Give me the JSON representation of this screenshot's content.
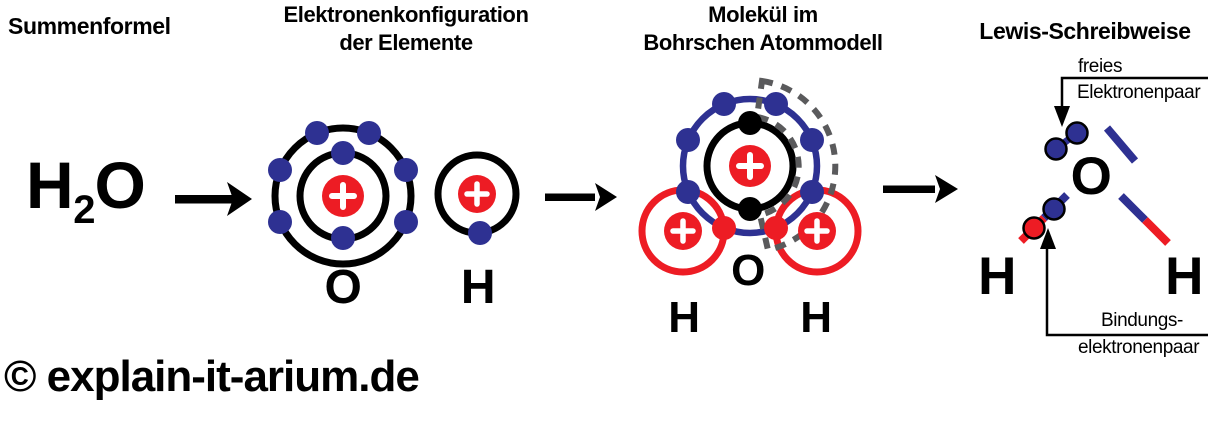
{
  "headers": {
    "panel1": "Summenformel",
    "panel2_line1": "Elektronenkonfiguration",
    "panel2_line2": "der Elemente",
    "panel3_line1": "Molekül im",
    "panel3_line2": "Bohrschen Atommodell",
    "panel4": "Lewis-Schreibweise"
  },
  "formula": {
    "h": "H",
    "subscript": "2",
    "o": "O"
  },
  "bohr_atoms": {
    "oxygen_label": "O",
    "hydrogen_label": "H",
    "oxygen_outer_electrons": 6,
    "oxygen_inner_electrons": 2,
    "hydrogen_electrons": 1
  },
  "molecule": {
    "oxygen_label": "O",
    "hydrogen_left_label": "H",
    "hydrogen_right_label": "H",
    "shared_pairs": 2,
    "free_pairs": 2
  },
  "lewis": {
    "oxygen_label": "O",
    "hydrogen_left_label": "H",
    "hydrogen_right_label": "H",
    "free_pair_label_line1": "freies",
    "free_pair_label_line2": "Elektronenpaar",
    "bond_pair_label_line1": "Bindungs-",
    "bond_pair_label_line2": "elektronenpaar"
  },
  "footer": {
    "copyright": "© explain-it-arium.de"
  },
  "colors": {
    "electron_blue": "#2e3192",
    "nucleus_red": "#ed1c24",
    "dashed_gray": "#5a5a5c",
    "black": "#000000"
  }
}
